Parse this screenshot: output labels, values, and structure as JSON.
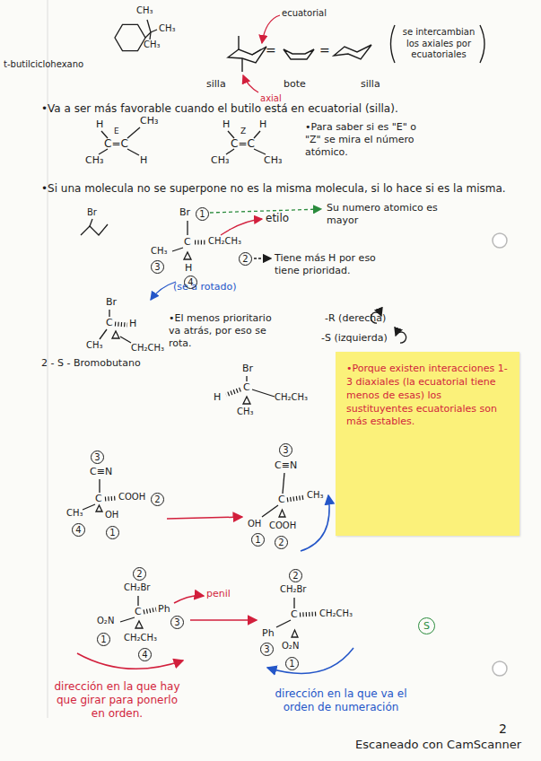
{
  "diagram": {
    "nodes": [
      {
        "text": [
          "1"
        ]
      },
      {
        "text": [
          "3"
        ]
      },
      {
        "text": [
          "4"
        ]
      },
      {
        "text": [
          "2"
        ]
      },
      {
        "text": [
          "•Porque existen interacciones 1-3 diaxiales (la ecuatorial tiene menos de esas) los sustituyentes ecuatoriales son más estables."
        ]
      },
      {
        "text": [
          "3"
        ]
      },
      {
        "text": [
          "2"
        ]
      },
      {
        "text": [
          "4"
        ]
      },
      {
        "text": [
          "1"
        ]
      },
      {
        "text": [
          "3"
        ]
      },
      {
        "text": [
          "1"
        ]
      },
      {
        "text": [
          "2"
        ]
      },
      {
        "text": [
          "2"
        ]
      },
      {
        "text": [
          "3"
        ]
      },
      {
        "text": [
          "1"
        ]
      },
      {
        "text": [
          "4"
        ]
      },
      {
        "text": [
          "2"
        ]
      },
      {
        "text": [
          "3"
        ]
      },
      {
        "text": [
          "1"
        ]
      },
      {
        "text": [
          "S"
        ]
      }
    ],
    "labels": [
      "CH₃",
      "CH₃",
      "CH₃",
      "t-butilciclohexano",
      "ecuatorial",
      "=",
      "=",
      "se intercambian los axiales por ecuatoriales",
      "silla",
      "bote",
      "silla",
      "axial",
      "•Va a ser más favorable cuando el butilo está en ecuatorial (silla).",
      "H",
      "CH₃",
      "E",
      "C=C",
      "CH₃",
      "H",
      "H",
      "H",
      "Z",
      "C=C",
      "CH₃",
      "CH₃",
      "•Para saber si es \"E\" o \"Z\" se mira el número atómico.",
      "•Si una molecula no se superpone no es la misma molecula, si lo hace si es la misma.",
      "Br",
      "Br",
      "C",
      "CH₂CH₃",
      "CH₃",
      "H",
      "etilo",
      "Su numero atomico es mayor",
      "Tiene más H por eso tiene prioridad.",
      "(se a rotado)",
      "Br",
      "C",
      "H",
      "CH₃",
      "CH₂CH₃",
      "2 - S - Bromobutano",
      "•El menos prioritario va atrás, por eso se rota.",
      "-R (derecha)",
      "-S (izquierda)",
      "Br",
      "C",
      "H",
      "CH₂CH₃",
      "CH₃",
      "C≡N",
      "C",
      "COOH",
      "CH₃",
      "OH",
      "C≡N",
      "C",
      "CH₃",
      "OH",
      "COOH",
      "CH₂Br",
      "C",
      "Ph",
      "penil",
      "O₂N",
      "CH₂CH₃",
      "CH₂Br",
      "C",
      "CH₂CH₃",
      "Ph",
      "O₂N",
      "dirección en la que hay que girar para ponerlo en orden.",
      "dirección en la que va el orden de numeración",
      "2",
      "Escaneado con CamScanner"
    ]
  }
}
